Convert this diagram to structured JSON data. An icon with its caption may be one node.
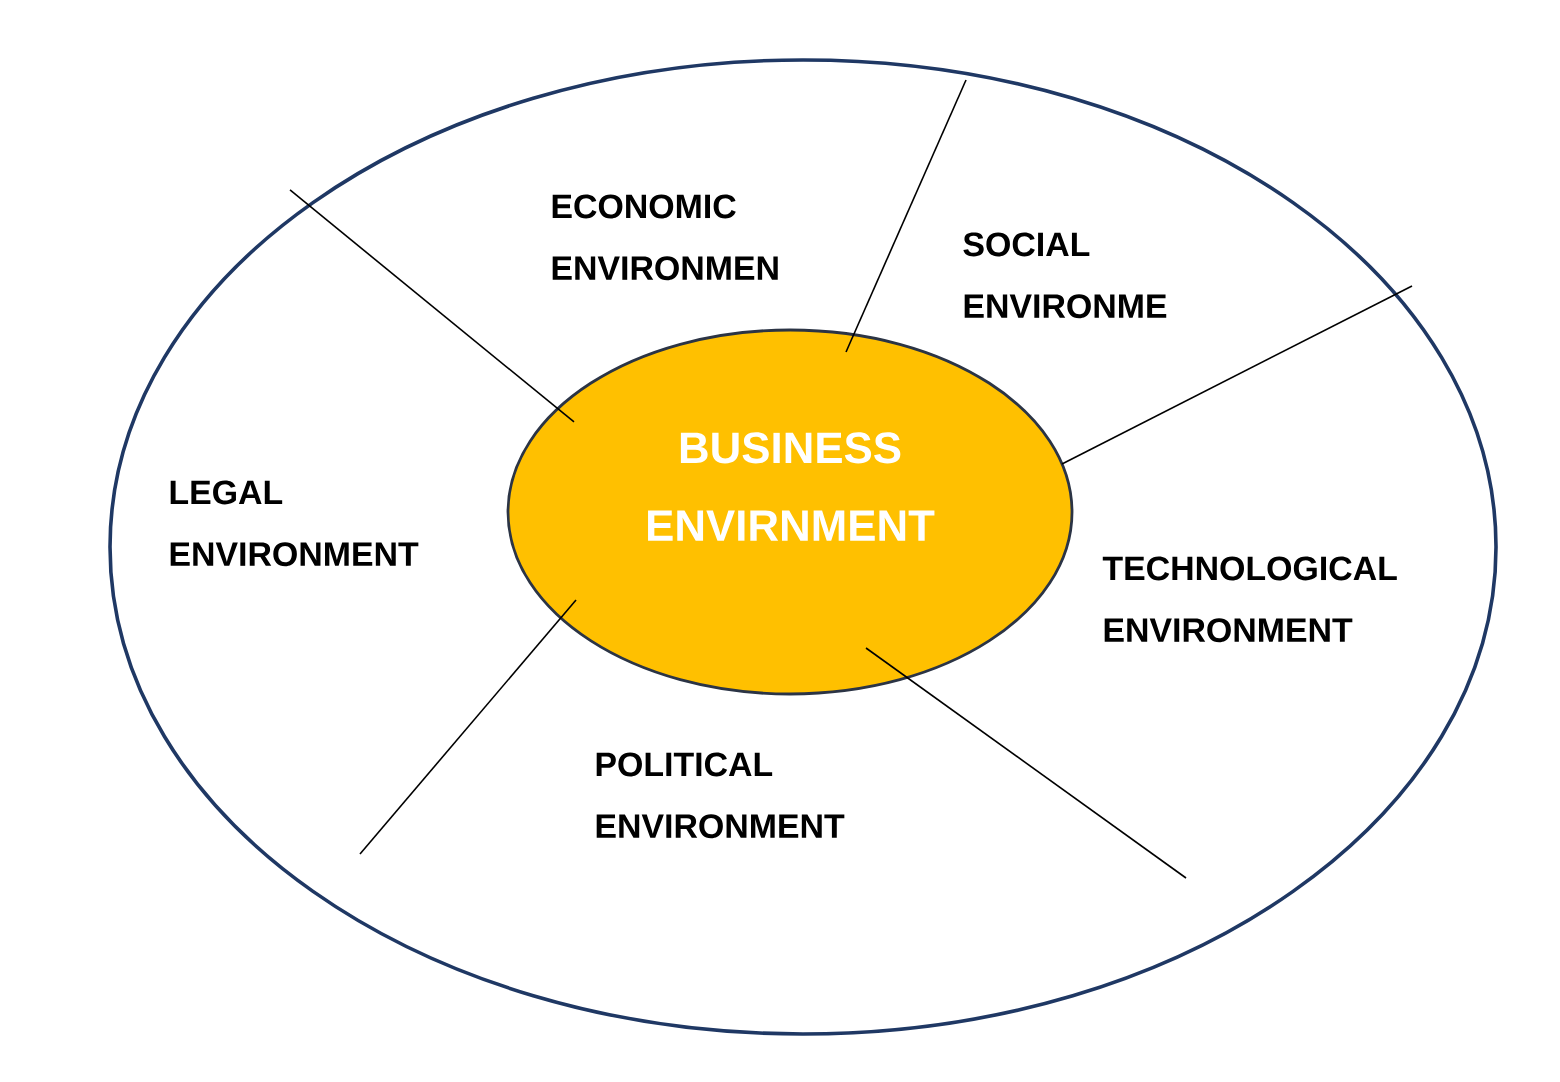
{
  "diagram": {
    "nodes": [
      {
        "text": [],
        "shape": "ellipse"
      },
      {
        "text": [
          "BUSINESS ENVIRNMENT"
        ],
        "in": 0
      }
    ],
    "labels": [
      "ECONOMIC ENVIRONMEN",
      "SOCIAL ENVIRONME",
      "LEGAL ENVIRONMENT",
      "TECHNOLOGICAL ENVIRONMENT",
      "POLITICAL ENVIRONMENT"
    ]
  }
}
